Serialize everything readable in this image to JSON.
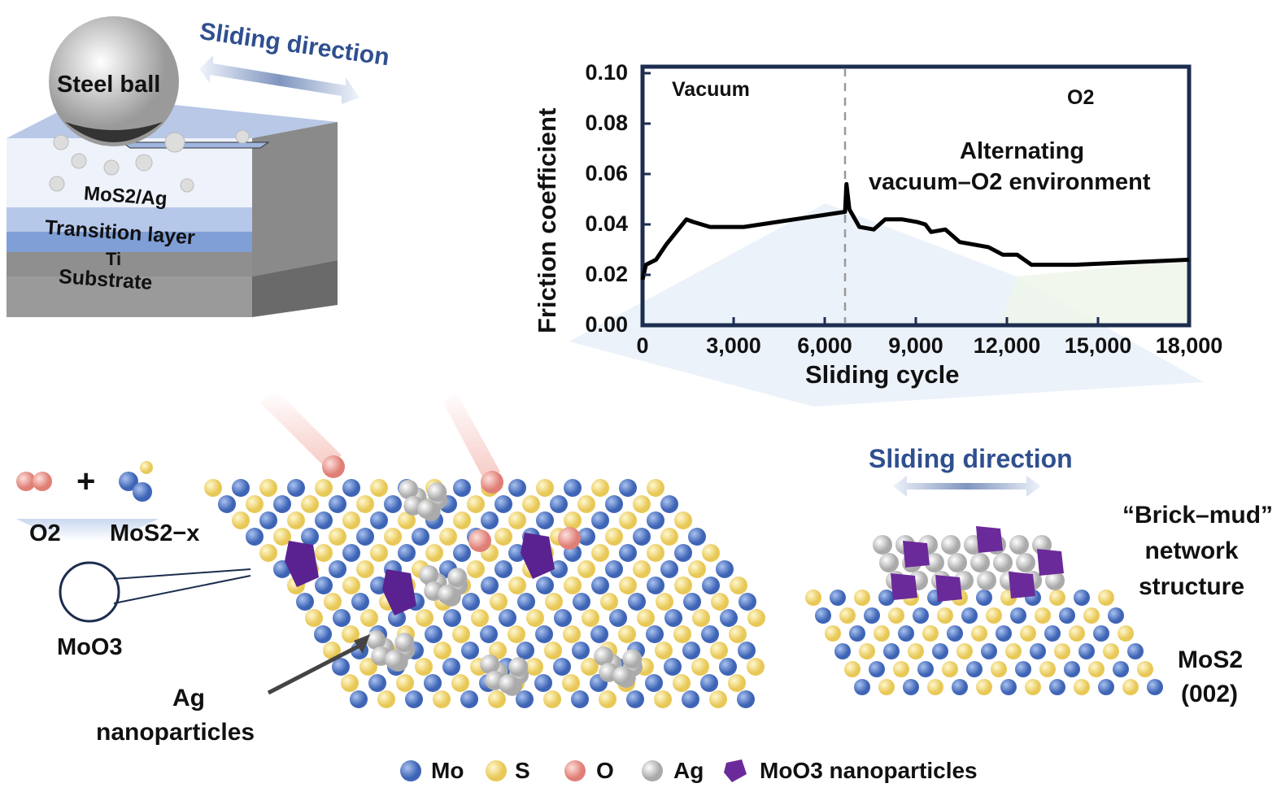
{
  "top_left": {
    "ball_label": "Steel ball",
    "sliding_direction": "Sliding direction",
    "layer_coating": "MoS2/Ag",
    "layer_transition": "Transition layer",
    "layer_ti": "Ti",
    "layer_substrate": "Substrate"
  },
  "chart_data": {
    "type": "line",
    "xlabel": "Sliding cycle",
    "ylabel": "Friction coefficient",
    "xlim": [
      0,
      18000
    ],
    "ylim": [
      0,
      0.1
    ],
    "xticks": [
      "0",
      "3,000",
      "6,000",
      "9,000",
      "12,000",
      "15,000",
      "18,000"
    ],
    "xtick_values": [
      0,
      3000,
      6000,
      9000,
      12000,
      15000,
      18000
    ],
    "yticks": [
      "0.00",
      "0.02",
      "0.04",
      "0.06",
      "0.08",
      "0.10"
    ],
    "ytick_values": [
      0,
      0.02,
      0.04,
      0.06,
      0.08,
      0.1
    ],
    "region_labels": [
      "Vacuum",
      "O2"
    ],
    "switch_x": 6000,
    "annotation": [
      "Alternating",
      "vacuum–O2 environment"
    ],
    "series": [
      {
        "name": "Friction coefficient",
        "x": [
          0,
          100,
          400,
          700,
          1000,
          1300,
          1500,
          2000,
          3000,
          4000,
          5000,
          6000,
          6050,
          6150,
          6500,
          7000,
          7400,
          8000,
          8500,
          8800,
          9000,
          9500,
          10000,
          11000,
          11500,
          12000,
          12500,
          14000,
          16000,
          18000
        ],
        "y": [
          0.018,
          0.024,
          0.026,
          0.032,
          0.037,
          0.042,
          0.041,
          0.039,
          0.039,
          0.041,
          0.043,
          0.045,
          0.056,
          0.046,
          0.039,
          0.038,
          0.042,
          0.042,
          0.041,
          0.04,
          0.037,
          0.038,
          0.033,
          0.031,
          0.028,
          0.028,
          0.024,
          0.024,
          0.025,
          0.026
        ]
      }
    ]
  },
  "bottom_left": {
    "o2": "O2",
    "plus": "+",
    "mos2x": "MoS2−x",
    "moo3": "MoO3",
    "ag_line1": "Ag",
    "ag_line2": "nanoparticles"
  },
  "bottom_right": {
    "sliding_direction": "Sliding direction",
    "brick_mud": [
      "“Brick–mud”",
      "network",
      "structure"
    ],
    "mos2": "MoS2",
    "plane": "(002)"
  },
  "legend": {
    "items": [
      {
        "label": "Mo",
        "color": "#4f78c8"
      },
      {
        "label": "S",
        "color": "#f3dc7a"
      },
      {
        "label": "O",
        "color": "#eb9d95"
      },
      {
        "label": "Ag",
        "color": "#d4d4d4"
      },
      {
        "label": "MoO3 nanoparticles",
        "color": "#6b2a9a"
      }
    ]
  },
  "colors": {
    "frame": "#1c2d4f",
    "title_blue": "#2f4f8f"
  }
}
